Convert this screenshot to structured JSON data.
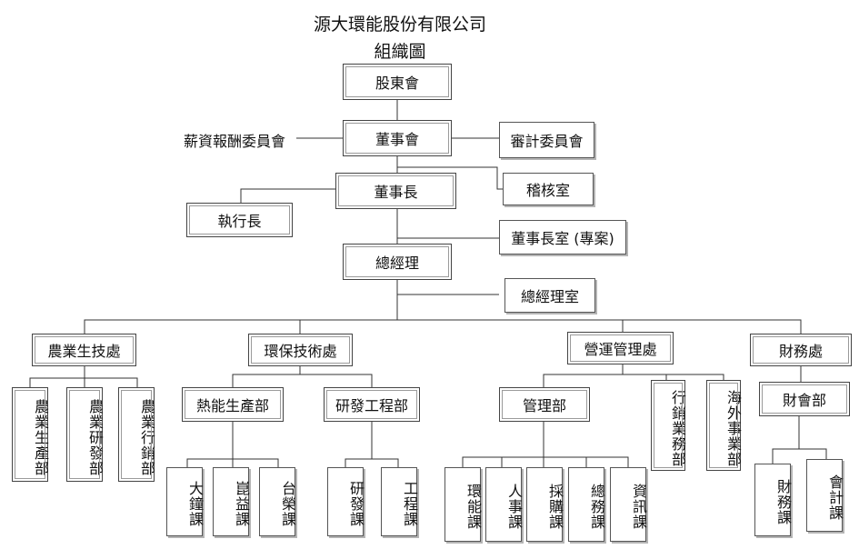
{
  "title": {
    "company": "源大環能股份有限公司",
    "subtitle": "組織圖"
  },
  "nodes": {
    "shareholders": "股東會",
    "board": "董事會",
    "compensation_committee": "薪資報酬委員會",
    "audit_committee": "審計委員會",
    "audit_office": "稽核室",
    "chairman": "董事長",
    "ceo": "執行長",
    "chairman_office": "董事長室 (專案)",
    "general_manager": "總經理",
    "gm_office": "總經理室",
    "agri_tech": "農業生技處",
    "agri_production": "農業生產部",
    "agri_rnd": "農業研發部",
    "agri_marketing": "農業行銷部",
    "env_tech": "環保技術處",
    "thermal_production": "熱能生產部",
    "dazhong": "大鐘課",
    "kunyi": "崑益課",
    "tairong": "台榮課",
    "rnd_engineering": "研發工程部",
    "rnd_section": "研發課",
    "engineering_section": "工程課",
    "operations": "營運管理處",
    "management": "管理部",
    "env_energy": "環能課",
    "hr": "人事課",
    "procurement": "採購課",
    "general_affairs": "總務課",
    "it": "資訊課",
    "marketing_business": "行銷業務部",
    "overseas": "海外事業部",
    "finance_div": "財務處",
    "finance_accounting": "財會部",
    "finance_section": "財務課",
    "accounting_section": "會計課"
  },
  "colors": {
    "line": "#333333",
    "border": "#555555",
    "shadow": "#b4b4b4"
  }
}
